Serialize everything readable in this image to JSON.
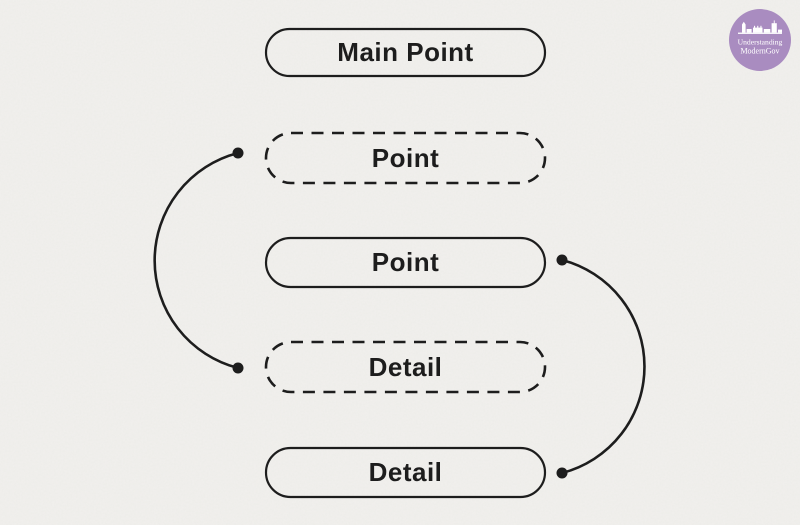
{
  "page": {
    "background_color": "#f1f0ed",
    "ink_color": "#1d1d1d"
  },
  "logo": {
    "line1": "Understanding",
    "line2": "ModernGov",
    "circle_color": "#a98cc0",
    "text_color": "#ffffff",
    "icon": "westminster-skyline-icon"
  },
  "diagram": {
    "nodes": [
      {
        "id": "main-point",
        "label": "Main Point",
        "outline": "solid"
      },
      {
        "id": "point-1",
        "label": "Point",
        "outline": "dashed"
      },
      {
        "id": "point-2",
        "label": "Point",
        "outline": "solid"
      },
      {
        "id": "detail-1",
        "label": "Detail",
        "outline": "dashed"
      },
      {
        "id": "detail-2",
        "label": "Detail",
        "outline": "solid"
      }
    ],
    "connectors": [
      {
        "from": "point-1",
        "to": "detail-1",
        "side": "left",
        "endpoints": "dots"
      },
      {
        "from": "point-2",
        "to": "detail-2",
        "side": "right",
        "endpoints": "dots"
      }
    ]
  }
}
